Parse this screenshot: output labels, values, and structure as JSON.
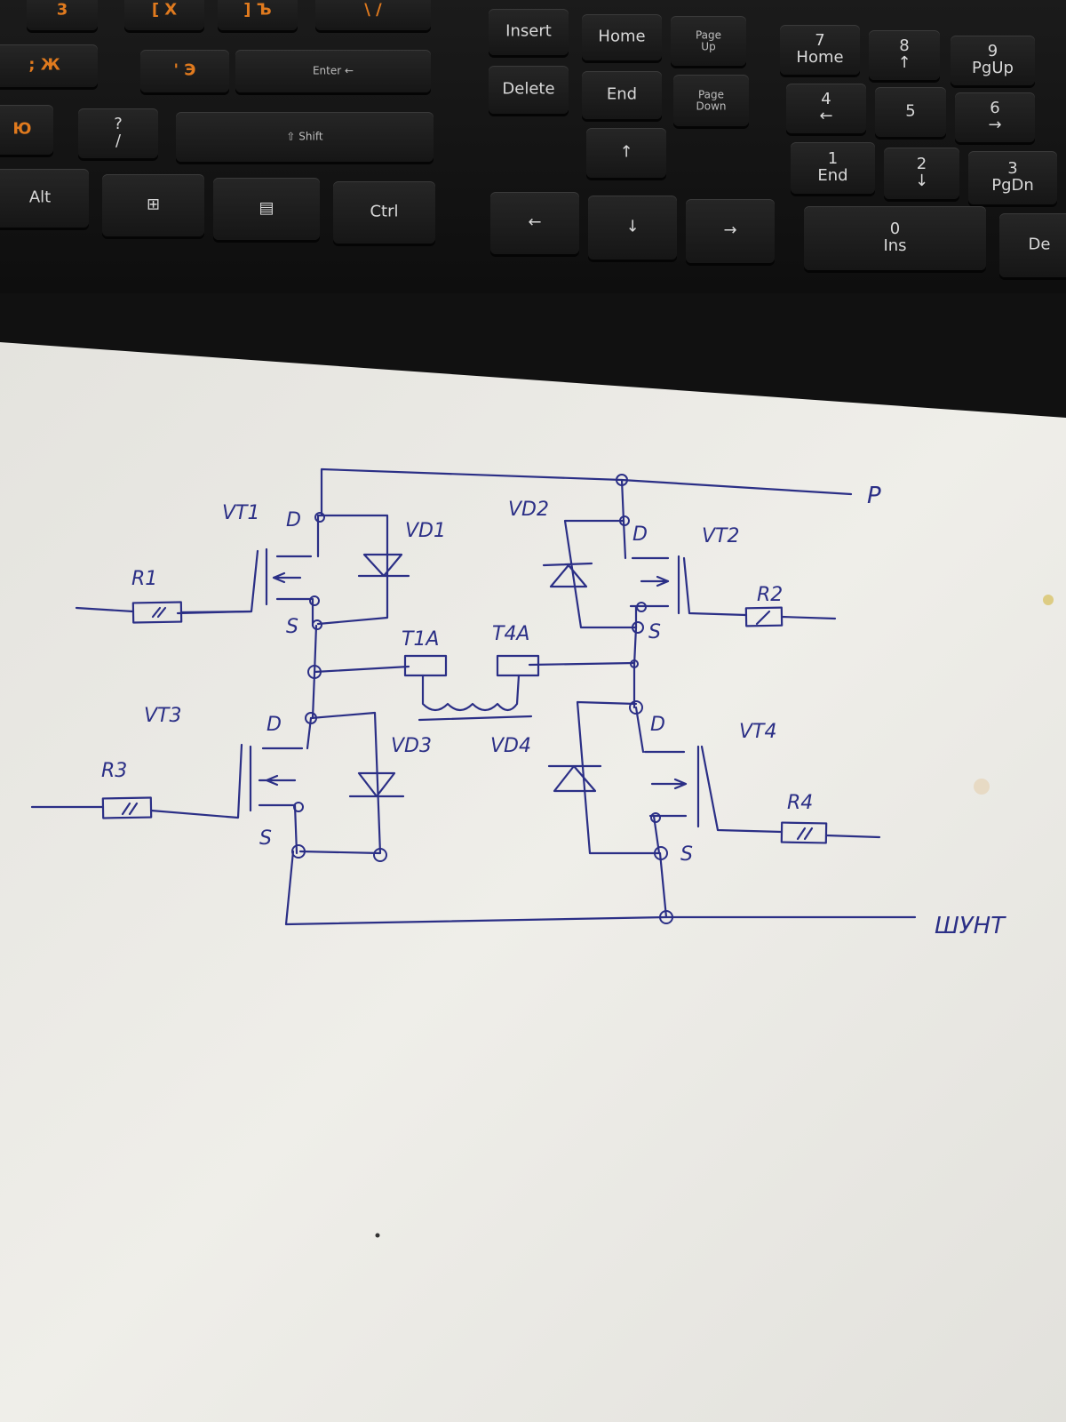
{
  "keyboard": {
    "keys": [
      {
        "id": "key-3",
        "label": "3",
        "orange": true
      },
      {
        "id": "key-x",
        "label": "[ Х",
        "orange": true
      },
      {
        "id": "key-hard-sign",
        "label": "] Ъ",
        "orange": true
      },
      {
        "id": "key-backslash",
        "label": "\\ /",
        "orange": true
      },
      {
        "id": "key-insert",
        "label": "Insert"
      },
      {
        "id": "key-home",
        "label": "Home"
      },
      {
        "id": "key-pageup",
        "label": "Page\nUp"
      },
      {
        "id": "key-num7",
        "label": "7\nHome"
      },
      {
        "id": "key-num8",
        "label": "8\n↑"
      },
      {
        "id": "key-num9",
        "label": "9\nPgUp"
      },
      {
        "id": "key-zh",
        "label": "; Ж",
        "orange": true
      },
      {
        "id": "key-e",
        "label": "' Э",
        "orange": true
      },
      {
        "id": "key-enter",
        "label": "Enter ←"
      },
      {
        "id": "key-delete",
        "label": "Delete"
      },
      {
        "id": "key-end",
        "label": "End"
      },
      {
        "id": "key-pagedown",
        "label": "Page\nDown"
      },
      {
        "id": "key-num4",
        "label": "4\n←"
      },
      {
        "id": "key-num5",
        "label": "5"
      },
      {
        "id": "key-num6",
        "label": "6\n→"
      },
      {
        "id": "key-yu",
        "label": "Ю",
        "orange": true
      },
      {
        "id": "key-question",
        "label": "?\n/"
      },
      {
        "id": "key-shift",
        "label": "⇧ Shift"
      },
      {
        "id": "key-up",
        "label": "↑"
      },
      {
        "id": "key-num1",
        "label": "1\nEnd"
      },
      {
        "id": "key-num2",
        "label": "2\n↓"
      },
      {
        "id": "key-num3",
        "label": "3\nPgDn"
      },
      {
        "id": "key-alt",
        "label": "Alt"
      },
      {
        "id": "key-win",
        "label": "⊞"
      },
      {
        "id": "key-menu",
        "label": "▤"
      },
      {
        "id": "key-ctrl",
        "label": "Ctrl"
      },
      {
        "id": "key-left",
        "label": "←"
      },
      {
        "id": "key-down",
        "label": "↓"
      },
      {
        "id": "key-right",
        "label": "→"
      },
      {
        "id": "key-num0",
        "label": "0\nIns"
      },
      {
        "id": "key-del",
        "label": "De"
      }
    ]
  },
  "schematic": {
    "labels": {
      "vt1": "VT1",
      "vt2": "VT2",
      "vt3": "VT3",
      "vt4": "VT4",
      "vd1": "VD1",
      "vd2": "VD2",
      "vd3": "VD3",
      "vd4": "VD4",
      "r1": "R1",
      "r2": "R2",
      "r3": "R3",
      "r4": "R4",
      "t1a": "T1A",
      "t4a": "T4A",
      "d1": "D",
      "s1": "S",
      "d2": "D",
      "s2": "S",
      "d3": "D",
      "s3": "S",
      "d4": "D",
      "s4": "S",
      "p": "P",
      "shunt": "ШУНТ"
    }
  },
  "colors": {
    "ink": "#2b2f86",
    "paper": "#ecebe6",
    "keyboard": "#161616",
    "key_orange": "#e07a1e"
  }
}
